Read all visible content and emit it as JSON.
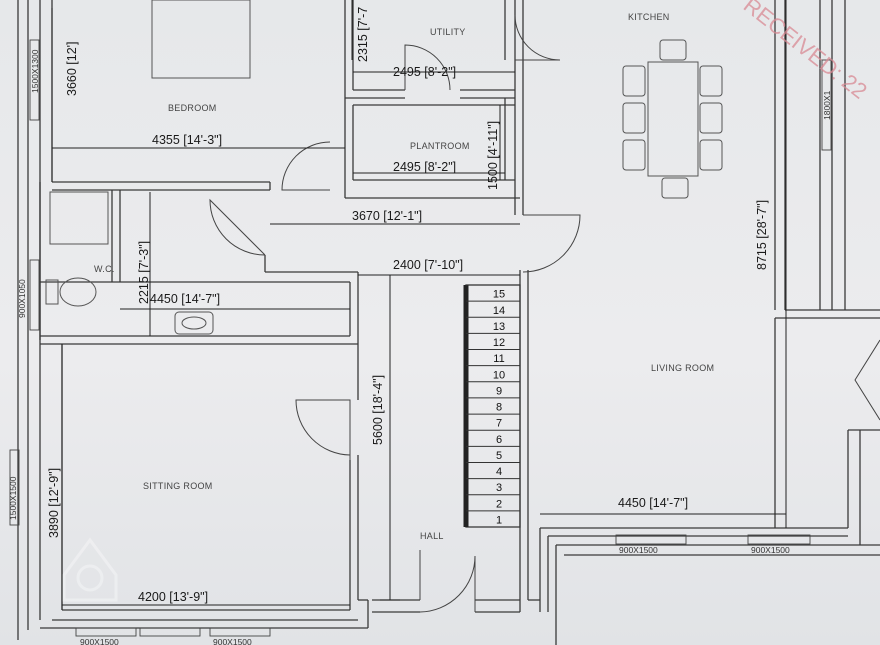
{
  "rooms": {
    "bedroom": "BEDROOM",
    "utility": "UTILITY",
    "kitchen": "KITCHEN",
    "plantroom": "PLANTROOM",
    "wc": "W.C.",
    "living_room": "LIVING ROOM",
    "sitting_room": "SITTING ROOM",
    "hall": "HALL"
  },
  "dimensions": {
    "utility_top": "2315 [7'-7",
    "utility_width": "2495 [8'-2\"]",
    "bedroom_height": "3660 [12']",
    "bedroom_width": "4355 [14'-3\"]",
    "plantroom_width": "2495 [8'-2\"]",
    "plantroom_height": "1500 [4'-11\"]",
    "hall_width_top": "3670 [12'-1\"]",
    "hall_width_stair": "2400 [7'-10\"]",
    "kitchen_length": "8715 [28'-7\"]",
    "wc_height": "2215 [7'-3\"]",
    "wc_width": "4450 [14'-7\"]",
    "hall_length": "5600 [18'-4\"]",
    "sitting_height": "3890 [12'-9\"]",
    "sitting_width": "4200 [13'-9\"]",
    "living_width": "4450 [14'-7\"]"
  },
  "windows": {
    "bedroom_side": "1500X1300",
    "kitchen_side": "1800X1",
    "wc_side": "900X1050",
    "sitting_side": "1500X1500",
    "living_a": "900X1500",
    "living_b": "900X1500",
    "sitting_bottom_a": "900X1500",
    "sitting_bottom_b": "900X1500"
  },
  "stairs": [
    "1",
    "2",
    "3",
    "4",
    "5",
    "6",
    "7",
    "8",
    "9",
    "10",
    "11",
    "12",
    "13",
    "14",
    "15"
  ],
  "stamp": "RECEIVED: 22"
}
